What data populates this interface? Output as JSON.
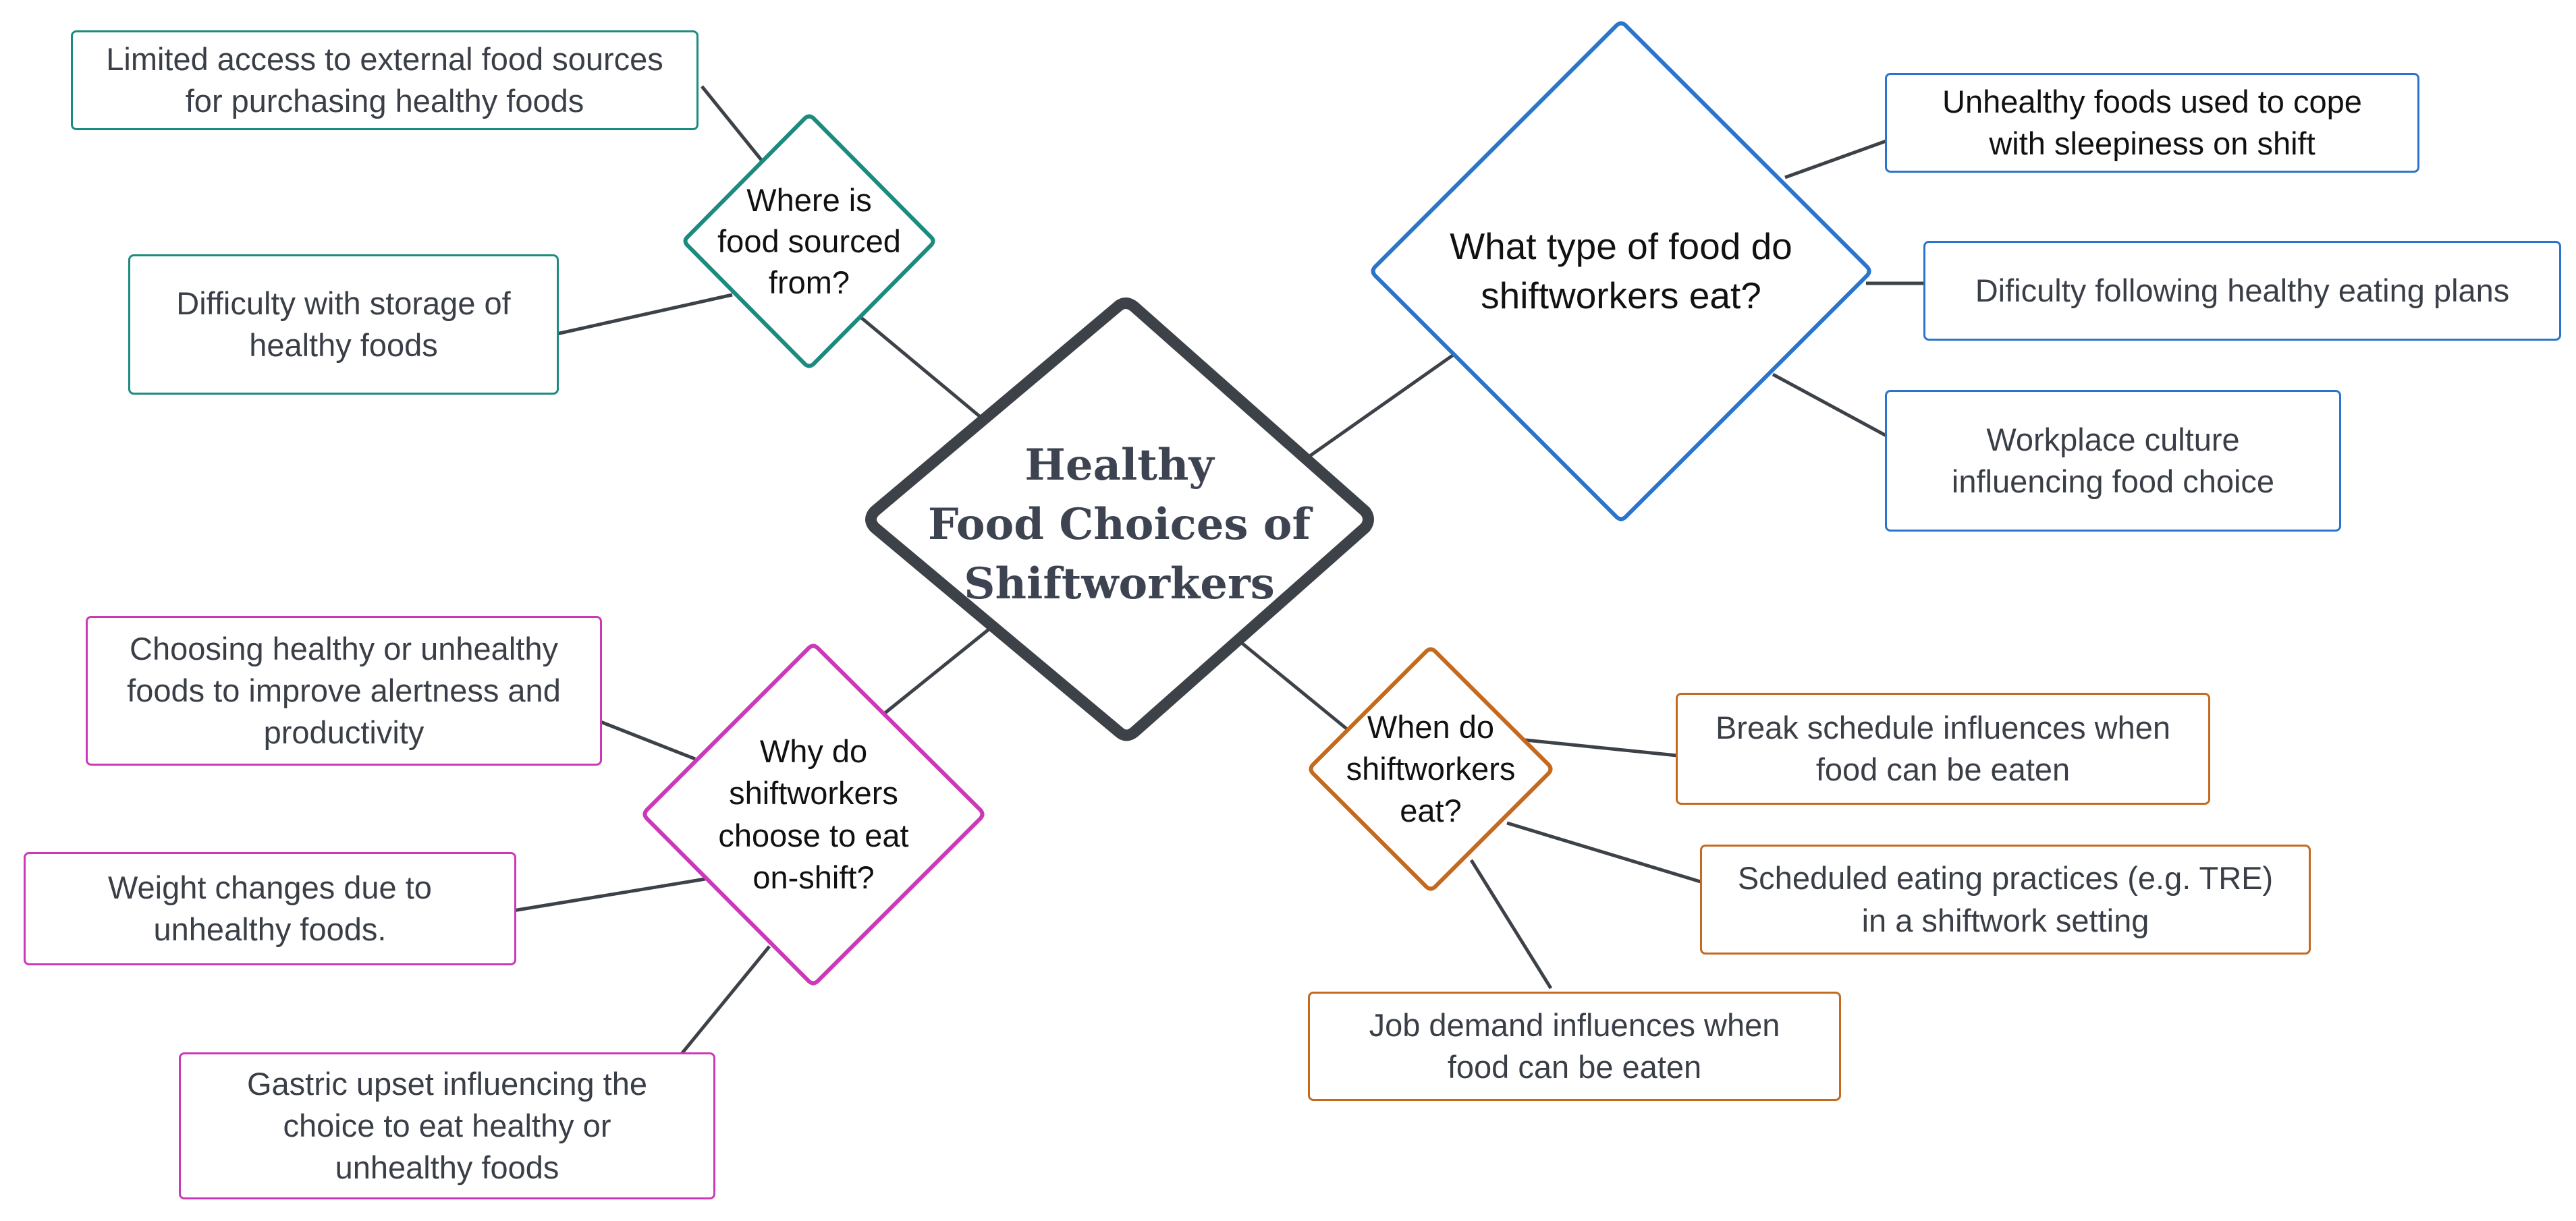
{
  "colors": {
    "center": "#3d4249",
    "sourced": "#1b8a7f",
    "type": "#2b74cc",
    "why": "#cc39b8",
    "when": "#c46a1f",
    "connector": "#3d4249"
  },
  "center": {
    "label": "Healthy\nFood Choices of\nShiftworkers"
  },
  "branches": {
    "sourced": {
      "label": "Where is\nfood sourced\nfrom?",
      "items": [
        "Limited access to external food sources\nfor purchasing healthy foods",
        "Difficulty with storage of\nhealthy foods"
      ]
    },
    "type": {
      "label": "What type of food do\nshiftworkers eat?",
      "items": [
        "Unhealthy foods used to cope\nwith sleepiness on shift",
        "Dificulty following healthy eating plans",
        "Workplace culture\ninfluencing food choice"
      ]
    },
    "why": {
      "label": "Why do\nshiftworkers\nchoose to eat\non-shift?",
      "items": [
        "Choosing healthy or unhealthy\nfoods to improve alertness and\nproductivity",
        "Weight changes due to\nunhealthy foods.",
        "Gastric upset influencing the\nchoice to eat healthy or\nunhealthy foods"
      ]
    },
    "when": {
      "label": "When do\nshiftworkers\neat?",
      "items": [
        "Break schedule influences when\nfood can be eaten",
        "Scheduled eating practices (e.g. TRE)\nin a shiftwork setting",
        "Job demand influences when\nfood can be eaten"
      ]
    }
  }
}
